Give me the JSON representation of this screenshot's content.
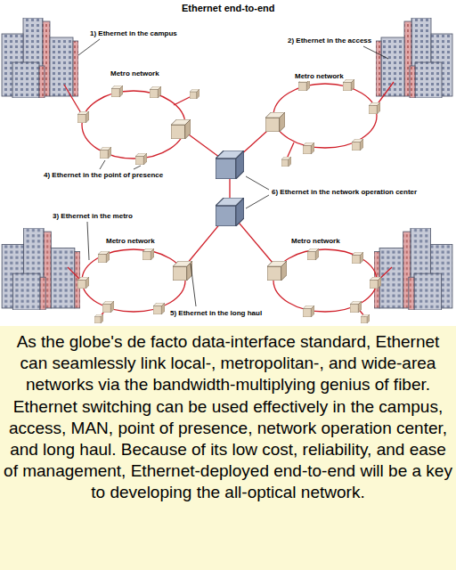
{
  "diagram": {
    "title": "Ethernet end-to-end",
    "caption": "As the globe's de facto data-interface standard, Ethernet can seamlessly link local-, metropolitan-, and wide-area networks via the bandwidth-multiplying genius of fiber. Ethernet switching can be used effectively in the campus, access, MAN, point of presence, network operation center, and long haul. Because of its low cost, reliability, and ease of management, Ethernet-deployed end-to-end will be a key to developing the all-optical network.",
    "labels": [
      "1) Ethernet in the campus",
      "2) Ethernet in the access",
      "Metro network",
      "Metro network",
      "4) Ethernet in the point of presence",
      "6) Ethernet in the network operation center",
      "3) Ethernet in the metro",
      "Metro network",
      "Metro network",
      "5) Ethernet in the long haul"
    ]
  }
}
